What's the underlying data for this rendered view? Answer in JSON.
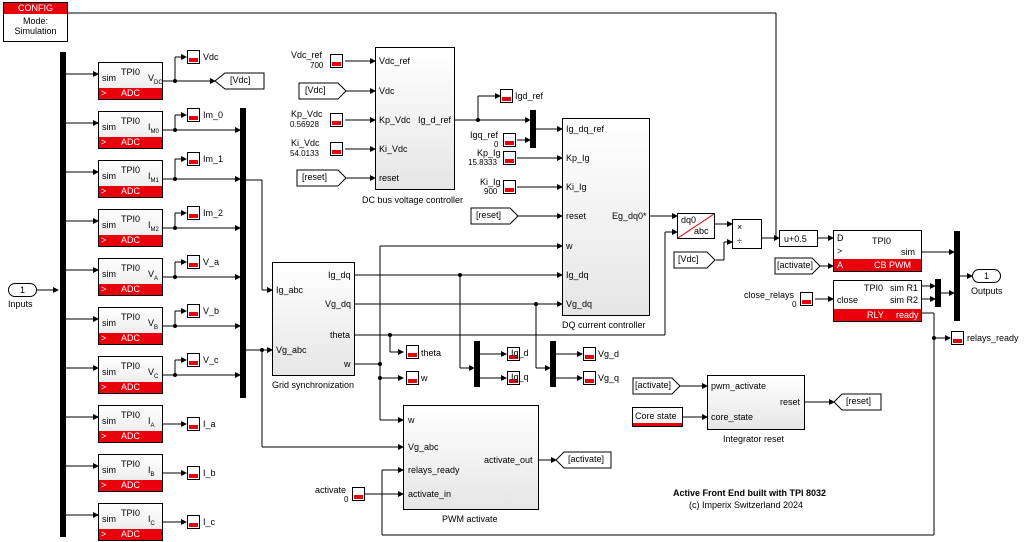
{
  "config": {
    "header": "CONFIG",
    "mode_line1": "Mode:",
    "mode_line2": "Simulation"
  },
  "inputs": {
    "port_number": "1",
    "label": "Inputs"
  },
  "outputs": {
    "port_number": "1",
    "label": "Outputs"
  },
  "adc_blocks": [
    {
      "sim": "sim",
      "tpi": "TPI0",
      "var": "V",
      "sub": "DC",
      "footer": "ADC",
      "probe": "Vdc"
    },
    {
      "sim": "sim",
      "tpi": "TPI0",
      "var": "I",
      "sub": "M0",
      "footer": "ADC",
      "probe": "Im_0"
    },
    {
      "sim": "sim",
      "tpi": "TPI0",
      "var": "I",
      "sub": "M1",
      "footer": "ADC",
      "probe": "Im_1"
    },
    {
      "sim": "sim",
      "tpi": "TPI0",
      "var": "I",
      "sub": "M2",
      "footer": "ADC",
      "probe": "Im_2"
    },
    {
      "sim": "sim",
      "tpi": "TPI0",
      "var": "V",
      "sub": "A",
      "footer": "ADC",
      "probe": "V_a"
    },
    {
      "sim": "sim",
      "tpi": "TPI0",
      "var": "V",
      "sub": "B",
      "footer": "ADC",
      "probe": "V_b"
    },
    {
      "sim": "sim",
      "tpi": "TPI0",
      "var": "V",
      "sub": "C",
      "footer": "ADC",
      "probe": "V_c"
    },
    {
      "sim": "sim",
      "tpi": "TPI0",
      "var": "I",
      "sub": "A",
      "footer": "ADC",
      "probe": "I_a"
    },
    {
      "sim": "sim",
      "tpi": "TPI0",
      "var": "I",
      "sub": "B",
      "footer": "ADC",
      "probe": "I_b"
    },
    {
      "sim": "sim",
      "tpi": "TPI0",
      "var": "I",
      "sub": "C",
      "footer": "ADC",
      "probe": "I_c"
    }
  ],
  "goto_vdc": "[Vdc]",
  "dc_controller": {
    "title": "DC bus voltage controller",
    "in_ports": [
      "Vdc_ref",
      "Vdc",
      "Kp_Vdc",
      "Ki_Vdc",
      "reset"
    ],
    "out_port": "Ig_d_ref",
    "vdc_ref_label": "Vdc_ref",
    "vdc_ref_value": "700",
    "vdc_from": "[Vdc]",
    "kp_label": "Kp_Vdc",
    "kp_value": "0.56928",
    "ki_label": "Ki_Vdc",
    "ki_value": "54.0133",
    "reset_from": "[reset]"
  },
  "igd_ref_probe": "Igd_ref",
  "igq_ref": {
    "label": "Igq_ref",
    "value": "0"
  },
  "kp_ig": {
    "label": "Kp_Ig",
    "value": "15.8333"
  },
  "ki_ig": {
    "label": "Ki_Ig",
    "value": "900"
  },
  "dq_controller": {
    "title": "DQ current controller",
    "in_ports": [
      "Ig_dq_ref",
      "Kp_Ig",
      "Ki_Ig",
      "reset",
      "w",
      "Ig_dq",
      "Vg_dq"
    ],
    "out_port": "Eg_dq0*",
    "reset_from": "[reset]"
  },
  "grid_sync": {
    "title": "Grid synchronization",
    "in_ports": [
      "Ig_abc",
      "Vg_abc"
    ],
    "out_ports": [
      "Ig_dq",
      "Vg_dq",
      "theta",
      "w"
    ]
  },
  "probes_mid": {
    "theta": "theta",
    "w": "w",
    "ig_d": "Ig_d",
    "ig_q": "Ig_q",
    "vg_d": "Vg_d",
    "vg_q": "Vg_q"
  },
  "dq0abc": {
    "top": "dq0",
    "bottom": "abc"
  },
  "product": {
    "top": "×",
    "bottom": "÷"
  },
  "vdc_from2": "[Vdc]",
  "bias": "u+0.5",
  "cb_pwm": {
    "d": "D",
    "clk": ">",
    "a": "A",
    "tpi": "TPI0",
    "sim": "sim",
    "footer": "CB PWM"
  },
  "activate_from": "[activate]",
  "relay": {
    "close_label": "close_relays",
    "close_value": "0",
    "close_port": "close",
    "tpi": "TPI0",
    "sim_r1": "sim R1",
    "sim_r2": "sim R2",
    "footer": "RLY",
    "ready": "ready"
  },
  "relays_ready_probe": "relays_ready",
  "pwm_activate": {
    "title": "PWM activate",
    "in_ports": [
      "w",
      "Vg_abc",
      "relays_ready",
      "activate_in"
    ],
    "out_port": "activate_out",
    "goto": "[activate]",
    "activate_label": "activate",
    "activate_value": "0"
  },
  "integrator_reset": {
    "title": "Integrator reset",
    "in_ports": [
      "pwm_activate",
      "core_state"
    ],
    "out_port": "reset",
    "from_activate": "[activate]",
    "core_state_label": "Core state",
    "goto": "[reset]"
  },
  "footer": {
    "line1": "Active Front End built with TPI 8032",
    "line2": "(c) Imperix Switzerland 2024"
  }
}
